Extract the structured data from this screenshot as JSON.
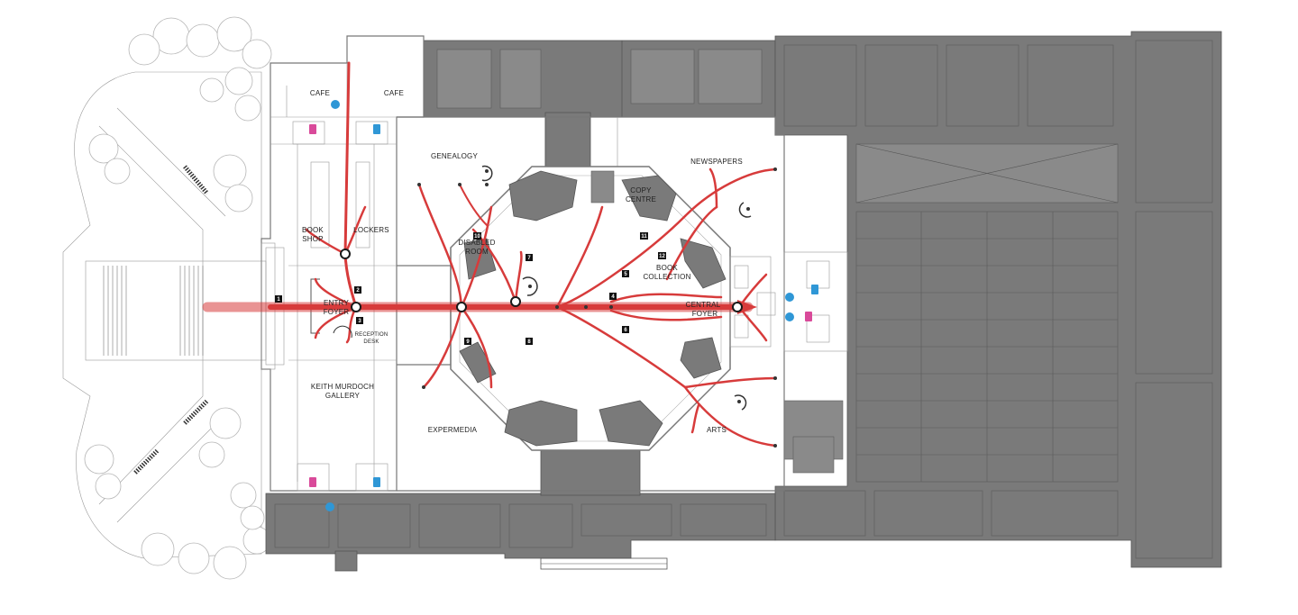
{
  "title": "",
  "rooms": {
    "cafe_left": "CAFE",
    "cafe_right": "CAFE",
    "genealogy": "GENEALOGY",
    "newspapers": "NEWSPAPERS",
    "copy_centre_1": "COPY",
    "copy_centre_2": "CENTRE",
    "disabled_room_1": "DISABLED",
    "disabled_room_2": "ROOM",
    "book_shop_1": "BOOK",
    "book_shop_2": "SHOP",
    "lockers": "LOCKERS",
    "entry_foyer_1": "ENTRY",
    "entry_foyer_2": "FOYER",
    "book_collection_1": "BOOK",
    "book_collection_2": "COLLECTION",
    "central_foyer_1": "CENTRAL",
    "central_foyer_2": "FOYER",
    "reception_desk_1": "RECEPTION",
    "reception_desk_2": "DESK",
    "keith_murdoch_1": "KEITH MURDOCH",
    "keith_murdoch_2": "GALLERY",
    "expermedia": "EXPERMEDIA",
    "arts": "ARTS"
  },
  "route_markers": [
    "1",
    "2",
    "3",
    "4",
    "5",
    "6",
    "7",
    "8",
    "9",
    "10",
    "11",
    "12"
  ],
  "colors": {
    "flow": "#d73b3b",
    "building_grey": "#7a7a7a",
    "wall": "#777777",
    "female_wc": "#d94a9a",
    "male_wc": "#2f97d6"
  },
  "icons": [
    "tree-icon",
    "female-toilet-icon",
    "male-toilet-icon",
    "accessible-icon",
    "circulation-node-icon"
  ]
}
